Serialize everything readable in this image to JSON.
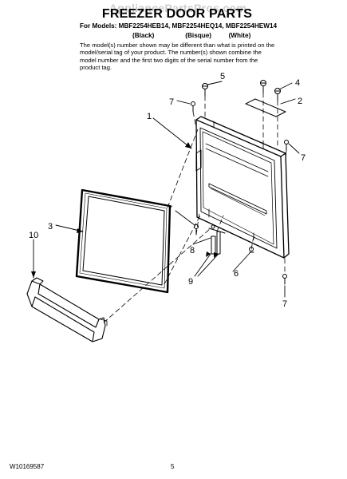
{
  "watermark": "AppliancePartsPros.com",
  "title": "FREEZER DOOR PARTS",
  "models": "For Models: MBF2254HEB14, MBF2254HEQ14, MBF2254HEW14",
  "finishes": [
    "(Black)",
    "(Bisque)",
    "(White)"
  ],
  "note": "The model(s) number shown may be different than what is printed on the model/serial tag of your product. The number(s) shown combine the model number and the first two digits of the serial number from the product tag.",
  "callouts": {
    "c1": "1",
    "c2": "2",
    "c3": "3",
    "c4": "4",
    "c5": "5",
    "c6": "6",
    "c7a": "7",
    "c7b": "7",
    "c7c": "7",
    "c7d": "7",
    "c8": "8",
    "c9": "9",
    "c10": "10"
  },
  "footer": {
    "doc_number": "W10169587",
    "page": "5"
  }
}
